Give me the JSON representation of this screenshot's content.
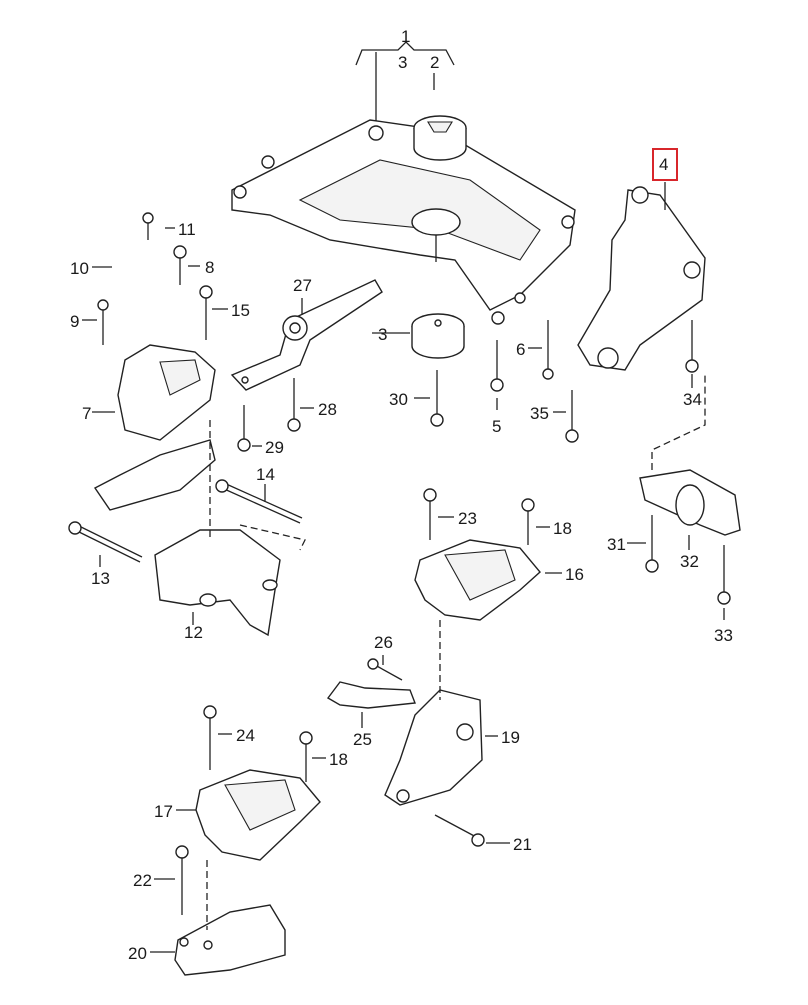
{
  "diagram": {
    "title": "Engine / Gearbox Mounting Assembly – Exploded View",
    "highlight_color": "#d8262b",
    "highlighted_callout": "4",
    "callouts": [
      {
        "id": "c1",
        "text": "1",
        "part": "subframe-assembly"
      },
      {
        "id": "c2",
        "text": "2",
        "part": "front-bushing"
      },
      {
        "id": "c3a",
        "text": "3",
        "part": "subframe-bracket-ref"
      },
      {
        "id": "c3b",
        "text": "3",
        "part": "rear-bushing"
      },
      {
        "id": "c4",
        "text": "4",
        "part": "subframe-mount-bracket"
      },
      {
        "id": "c5",
        "text": "5",
        "part": "bolt"
      },
      {
        "id": "c6",
        "text": "6",
        "part": "bolt"
      },
      {
        "id": "c7",
        "text": "7",
        "part": "engine-mount"
      },
      {
        "id": "c8",
        "text": "8",
        "part": "bolt"
      },
      {
        "id": "c9",
        "text": "9",
        "part": "stud-bolt"
      },
      {
        "id": "c10",
        "text": "10",
        "part": "bracket-plate"
      },
      {
        "id": "c11",
        "text": "11",
        "part": "bolt"
      },
      {
        "id": "c12",
        "text": "12",
        "part": "engine-support-bracket"
      },
      {
        "id": "c13",
        "text": "13",
        "part": "long-bolt"
      },
      {
        "id": "c14",
        "text": "14",
        "part": "long-bolt"
      },
      {
        "id": "c15",
        "text": "15",
        "part": "bolt"
      },
      {
        "id": "c16",
        "text": "16",
        "part": "gearbox-mount"
      },
      {
        "id": "c17",
        "text": "17",
        "part": "gearbox-mount"
      },
      {
        "id": "c18a",
        "text": "18",
        "part": "bolt"
      },
      {
        "id": "c18b",
        "text": "18",
        "part": "bolt"
      },
      {
        "id": "c19",
        "text": "19",
        "part": "gearbox-support-bracket"
      },
      {
        "id": "c20",
        "text": "20",
        "part": "gearbox-support-bracket"
      },
      {
        "id": "c21",
        "text": "21",
        "part": "bolt"
      },
      {
        "id": "c22",
        "text": "22",
        "part": "bolt"
      },
      {
        "id": "c23",
        "text": "23",
        "part": "bolt"
      },
      {
        "id": "c24",
        "text": "24",
        "part": "bolt"
      },
      {
        "id": "c25",
        "text": "25",
        "part": "support-arm"
      },
      {
        "id": "c26",
        "text": "26",
        "part": "bolt"
      },
      {
        "id": "c27",
        "text": "27",
        "part": "torque-rod"
      },
      {
        "id": "c28",
        "text": "28",
        "part": "bolt"
      },
      {
        "id": "c29",
        "text": "29",
        "part": "bolt"
      },
      {
        "id": "c30",
        "text": "30",
        "part": "bolt"
      },
      {
        "id": "c31",
        "text": "31",
        "part": "bolt"
      },
      {
        "id": "c32",
        "text": "32",
        "part": "clamp-bracket"
      },
      {
        "id": "c33",
        "text": "33",
        "part": "bolt"
      },
      {
        "id": "c34",
        "text": "34",
        "part": "bolt"
      },
      {
        "id": "c35",
        "text": "35",
        "part": "bolt"
      }
    ]
  }
}
